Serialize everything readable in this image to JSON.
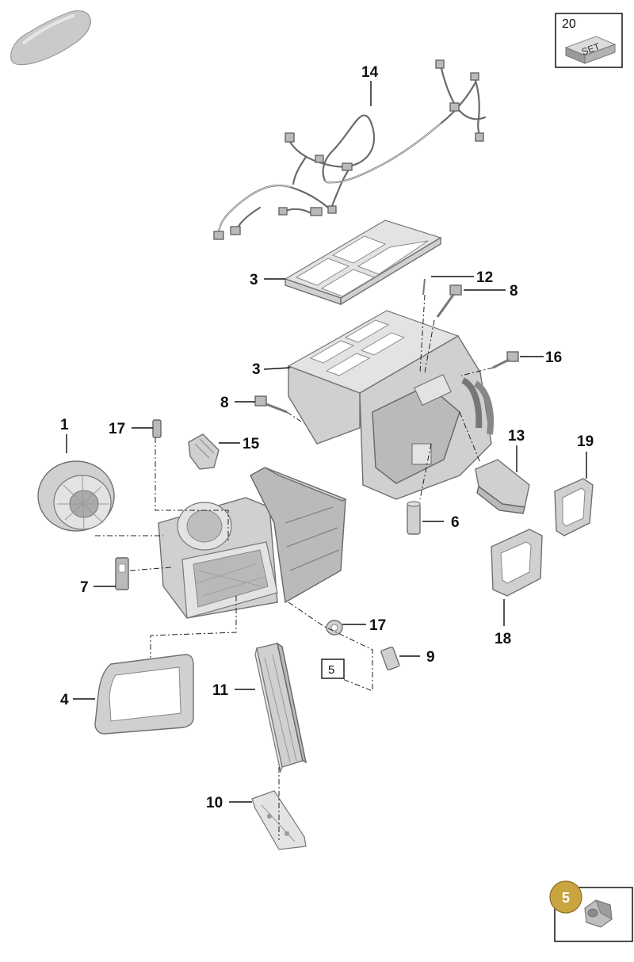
{
  "callouts": {
    "c1": "1",
    "c3a": "3",
    "c3b": "3",
    "c4": "4",
    "c5": "5",
    "c6": "6",
    "c7": "7",
    "c8a": "8",
    "c8b": "8",
    "c9": "9",
    "c10": "10",
    "c11": "11",
    "c12": "12",
    "c13": "13",
    "c14": "14",
    "c15": "15",
    "c16": "16",
    "c17a": "17",
    "c17b": "17",
    "c18": "18",
    "c19": "19"
  },
  "set_box": {
    "number": "20",
    "label": "SET"
  },
  "fastener_box": {
    "badge": "5"
  },
  "colors": {
    "badge_gold": "#c9a441",
    "part_fill": "#cfd0d0",
    "line": "#111111"
  }
}
